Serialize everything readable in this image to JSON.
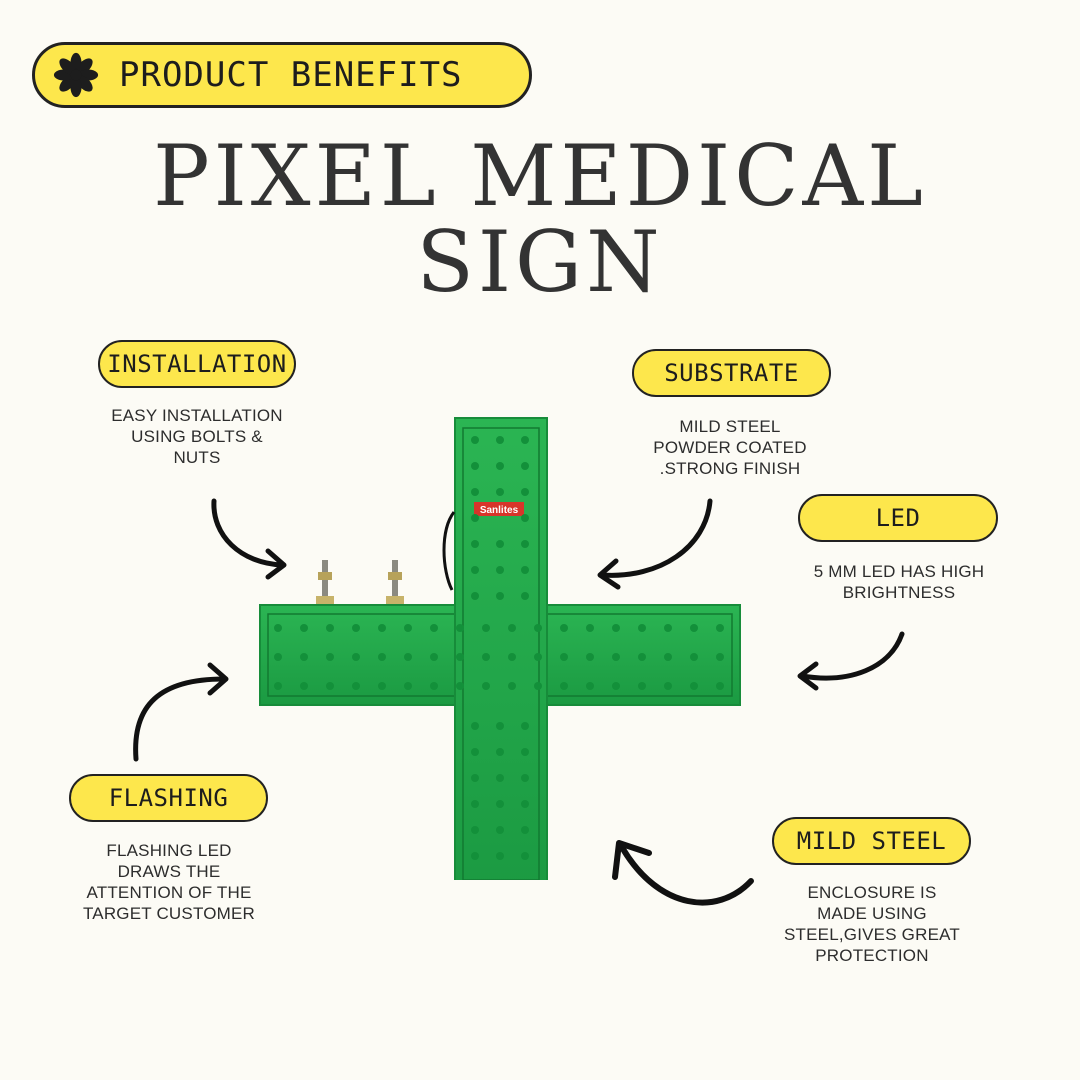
{
  "header": {
    "label": "PRODUCT BENEFITS",
    "icon": "flower-icon",
    "accent": "#fde74c"
  },
  "title": {
    "line1": "PIXEL MEDICAL",
    "line2": "SIGN"
  },
  "features": {
    "installation": {
      "label": "INSTALLATION",
      "desc": [
        "EASY INSTALLATION",
        "USING BOLTS &",
        "NUTS"
      ]
    },
    "substrate": {
      "label": "SUBSTRATE",
      "desc": [
        "MILD STEEL",
        "POWDER COATED",
        ".STRONG FINISH"
      ]
    },
    "led": {
      "label": "LED",
      "desc": [
        "5 MM LED HAS HIGH",
        "BRIGHTNESS"
      ]
    },
    "flashing": {
      "label": "FLASHING",
      "desc": [
        "FLASHING LED",
        "DRAWS THE",
        "ATTENTION OF THE",
        "TARGET CUSTOMER"
      ]
    },
    "mild_steel": {
      "label": "MILD STEEL",
      "desc": [
        "ENCLOSURE IS",
        "MADE USING",
        "STEEL,GIVES GREAT",
        "PROTECTION"
      ]
    }
  },
  "product": {
    "brand_label": "Sanlites",
    "sign_color": "#22a84a",
    "led_color": "#13903a"
  }
}
